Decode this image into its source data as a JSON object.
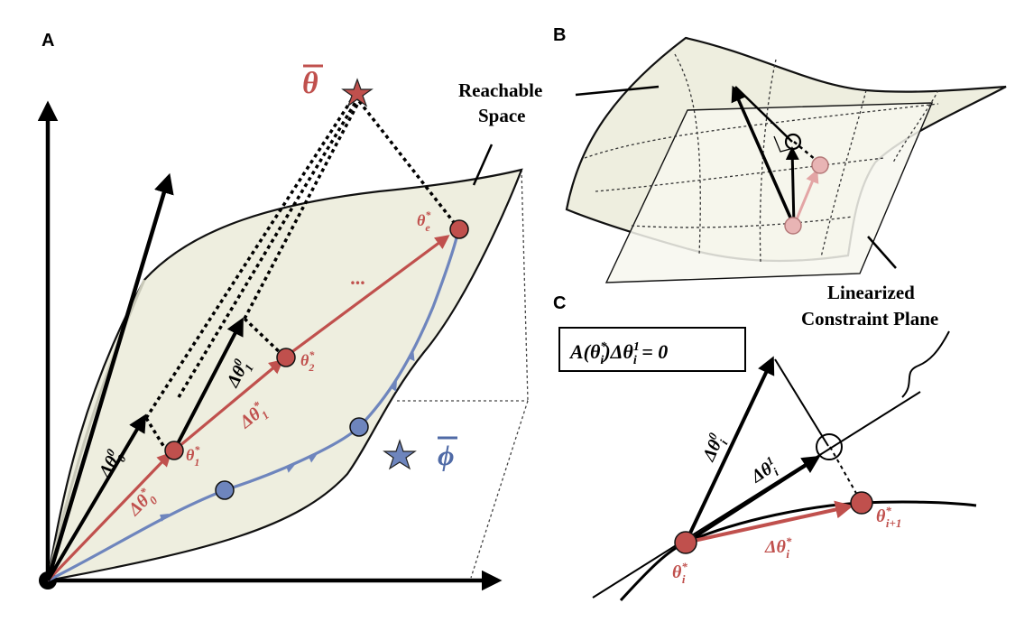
{
  "panels": {
    "a": "A",
    "b": "B",
    "c": "C"
  },
  "colors": {
    "red": "#c0504d",
    "blue": "#6e85bd",
    "blue_dark": "#4f6aa6",
    "surface": "#eeeedf",
    "pink": "#e3a5a5"
  },
  "panel_a": {
    "theta_bar": {
      "base": "θ",
      "bar": true
    },
    "phi_bar": {
      "base": "ϕ",
      "bar": true
    },
    "reachable_space": [
      "Reachable",
      "Space"
    ],
    "ellipsis": "...",
    "points": {
      "theta_e": {
        "base": "θ",
        "sup": "*",
        "sub": "e"
      },
      "theta_1": {
        "base": "θ",
        "sup": "*",
        "sub": "1"
      },
      "theta_2": {
        "base": "θ",
        "sup": "*",
        "sub": "2"
      }
    },
    "steps": {
      "d_theta0_star": {
        "base": "Δθ",
        "sup": "*",
        "sub": "0"
      },
      "d_theta1_star": {
        "base": "Δθ",
        "sup": "*",
        "sub": "1"
      },
      "d_theta0_0": {
        "base": "Δθ",
        "sup": "0",
        "sub": "0"
      },
      "d_theta1_0": {
        "base": "Δθ",
        "sup": "0",
        "sub": "1"
      }
    }
  },
  "panel_b": {
    "linearized": [
      "Linearized",
      "Constraint Plane"
    ]
  },
  "panel_c": {
    "equation": {
      "prefix": "A(θ",
      "sup1": "*",
      "sub1": "i",
      "mid": ")Δθ",
      "sup2": "1",
      "sub2": "i",
      "suffix": " = 0"
    },
    "d_theta_i_0": {
      "base": "Δθ",
      "sup": "0",
      "sub": "i"
    },
    "d_theta_i_1": {
      "base": "Δθ",
      "sup": "1",
      "sub": "i"
    },
    "d_theta_i_star": {
      "base": "Δθ",
      "sup": "*",
      "sub": "i"
    },
    "theta_i": {
      "base": "θ",
      "sup": "*",
      "sub": "i"
    },
    "theta_i1": {
      "base": "θ",
      "sup": "*",
      "sub": "i+1"
    }
  }
}
